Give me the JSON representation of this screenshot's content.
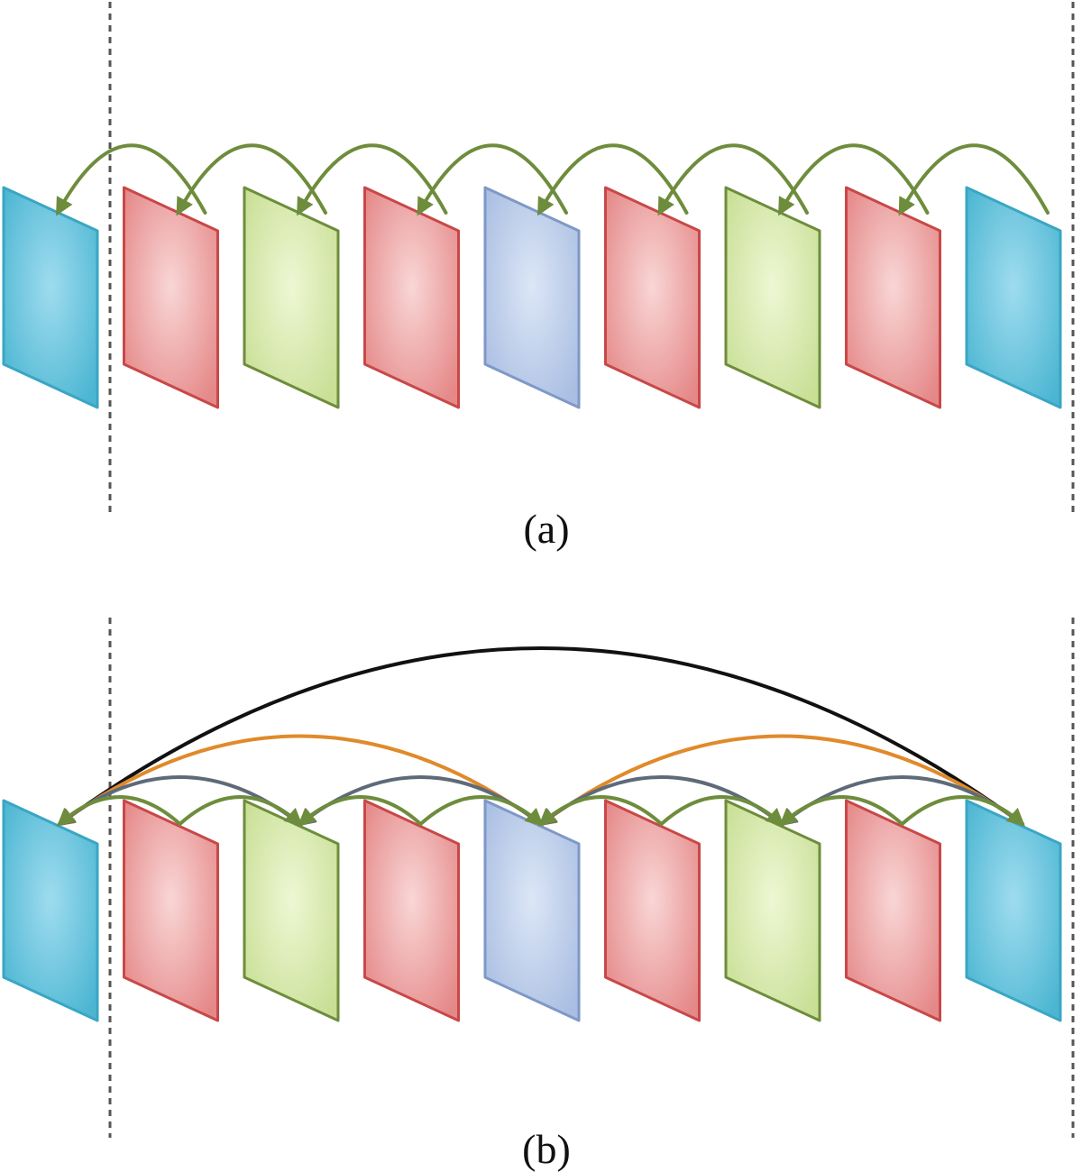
{
  "colors": {
    "cyan": {
      "edge": "#3aa6c4",
      "light": "#9fdcef",
      "dark": "#4cb6d2"
    },
    "red": {
      "edge": "#c84848",
      "light": "#f9d6d6",
      "dark": "#e58888"
    },
    "green": {
      "edge": "#6e8d3c",
      "light": "#eef7d4",
      "dark": "#c8df95"
    },
    "blue": {
      "edge": "#7f98c6",
      "light": "#dce6f6",
      "dark": "#a9bee2"
    },
    "arrow_green": "#6e8d3c",
    "arrow_gray": "#5e6a78",
    "arrow_orange": "#e08a2a",
    "arrow_black": "#111111",
    "divider": "#555555"
  },
  "panels": [
    {
      "caption": "(a)",
      "frames": [
        "cyan",
        "red",
        "green",
        "red",
        "blue",
        "red",
        "green",
        "red",
        "cyan"
      ],
      "arrows": [
        {
          "from": 1,
          "to": 0,
          "color": "arrow_green"
        },
        {
          "from": 2,
          "to": 1,
          "color": "arrow_green"
        },
        {
          "from": 3,
          "to": 2,
          "color": "arrow_green"
        },
        {
          "from": 4,
          "to": 3,
          "color": "arrow_green"
        },
        {
          "from": 5,
          "to": 4,
          "color": "arrow_green"
        },
        {
          "from": 6,
          "to": 5,
          "color": "arrow_green"
        },
        {
          "from": 7,
          "to": 6,
          "color": "arrow_green"
        },
        {
          "from": 8,
          "to": 7,
          "color": "arrow_green"
        }
      ]
    },
    {
      "caption": "(b)",
      "frames": [
        "cyan",
        "red",
        "green",
        "red",
        "blue",
        "red",
        "green",
        "red",
        "cyan"
      ],
      "arrows": [
        {
          "from": 8,
          "to": 0,
          "color": "arrow_black"
        },
        {
          "from": 4,
          "to": 0,
          "color": "arrow_orange"
        },
        {
          "from": 8,
          "to": 4,
          "color": "arrow_orange"
        },
        {
          "from": 2,
          "to": 0,
          "color": "arrow_gray"
        },
        {
          "from": 4,
          "to": 2,
          "color": "arrow_gray"
        },
        {
          "from": 6,
          "to": 4,
          "color": "arrow_gray"
        },
        {
          "from": 8,
          "to": 6,
          "color": "arrow_gray"
        },
        {
          "from": 1,
          "to": 0,
          "color": "arrow_green"
        },
        {
          "from": 1,
          "to": 2,
          "color": "arrow_green"
        },
        {
          "from": 3,
          "to": 2,
          "color": "arrow_green"
        },
        {
          "from": 3,
          "to": 4,
          "color": "arrow_green"
        },
        {
          "from": 5,
          "to": 4,
          "color": "arrow_green"
        },
        {
          "from": 5,
          "to": 6,
          "color": "arrow_green"
        },
        {
          "from": 7,
          "to": 6,
          "color": "arrow_green"
        },
        {
          "from": 7,
          "to": 8,
          "color": "arrow_green"
        }
      ]
    }
  ]
}
